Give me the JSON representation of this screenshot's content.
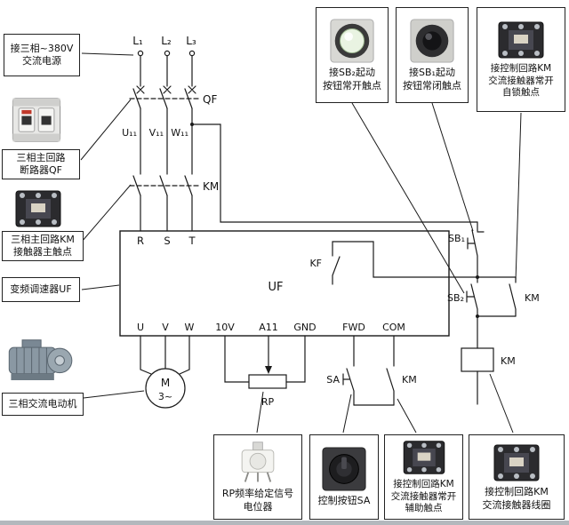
{
  "figure": {
    "type": "inverter-wiring-diagram"
  },
  "callouts": {
    "left": [
      {
        "id": "power",
        "text": "接三相~380V\n交流电源"
      },
      {
        "id": "breaker",
        "text": "三相主回路\n断路器QF",
        "photo": "circuit-breaker"
      },
      {
        "id": "km-main",
        "text": "三相主回路KM\n接触器主触点",
        "photo": "ac-contactor"
      },
      {
        "id": "inverter",
        "text": "变频调速器UF"
      },
      {
        "id": "motor",
        "text": "三相交流电动机",
        "photo": "three-phase-motor"
      }
    ],
    "top": [
      {
        "id": "sb2",
        "text": "接SB₂起动\n按钮常开触点",
        "photo": "illuminated-pushbutton"
      },
      {
        "id": "sb1",
        "text": "接SB₁起动\n按钮常闭触点",
        "photo": "pushbutton"
      },
      {
        "id": "km-lock",
        "text": "接控制回路KM\n交流接触器常开\n自锁触点",
        "photo": "ac-contactor"
      }
    ],
    "bottom": [
      {
        "id": "rp",
        "text": "RP频率给定信号\n电位器",
        "photo": "potentiometer"
      },
      {
        "id": "sa",
        "text": "控制按钮SA",
        "photo": "control-button"
      },
      {
        "id": "km-aux",
        "text": "接控制回路KM\n交流接触器常开\n辅助触点",
        "photo": "ac-contactor"
      },
      {
        "id": "km-coil",
        "text": "接控制回路KM\n交流接触器线圈",
        "photo": "ac-contactor"
      }
    ]
  },
  "schematic": {
    "l1": "L₁",
    "l2": "L₂",
    "l3": "L₃",
    "qf": "QF",
    "u11": "U₁₁",
    "v11": "V₁₁",
    "w11": "W₁₁",
    "km_main": "KM",
    "r": "R",
    "s": "S",
    "t": "T",
    "uf": "UF",
    "kf": "KF",
    "u": "U",
    "v": "V",
    "w": "W",
    "v10": "10V",
    "a11": "A11",
    "gnd": "GND",
    "fwd": "FWD",
    "com": "COM",
    "motor": "M",
    "motor_phase": "3~",
    "rp": "RP",
    "sa": "SA",
    "km_aux": "KM",
    "sb1": "SB₁",
    "sb2": "SB₂",
    "km_latch": "KM",
    "km_coil": "KM"
  },
  "colors": {
    "wire": "#1a1a1a",
    "box_border": "#222222",
    "background": "#ffffff"
  }
}
